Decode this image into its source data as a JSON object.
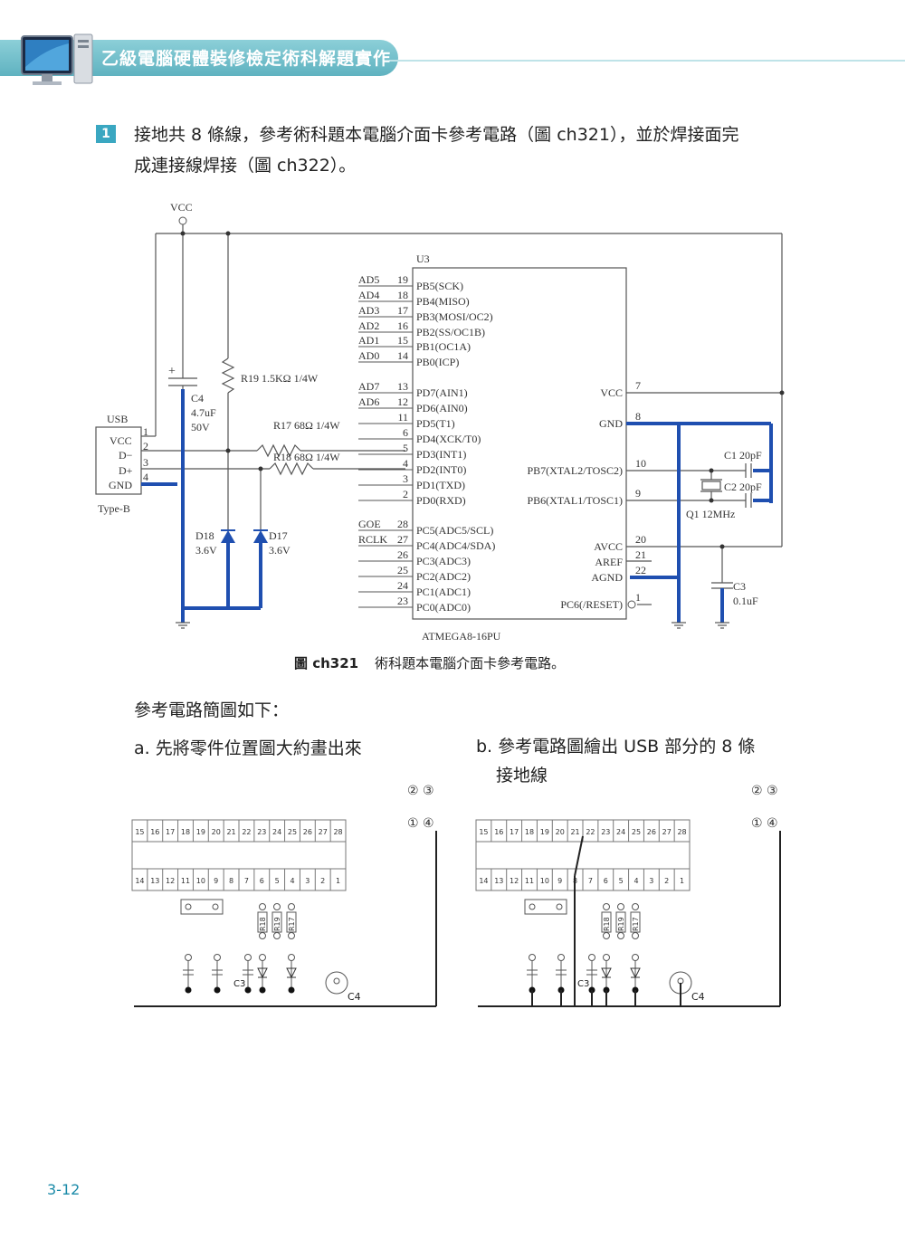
{
  "header": {
    "title": "乙級電腦硬體裝修檢定術科解題實作"
  },
  "step": {
    "number": "1",
    "text_line1": "接地共 8 條線，參考術科題本電腦介面卡參考電路（圖 ch321），並於焊接面完",
    "text_line2": "成連接線焊接（圖 ch322）。"
  },
  "schematic": {
    "vcc_label": "VCC",
    "usb_label": "USB",
    "usb_pins": [
      "VCC",
      "D−",
      "D+",
      "GND"
    ],
    "usb_pin_nums": [
      "1",
      "2",
      "3",
      "4"
    ],
    "usb_type": "Type-B",
    "c4": [
      "C4",
      "4.7uF",
      "50V"
    ],
    "r19": "R19  1.5KΩ 1/4W",
    "r17": "R17  68Ω 1/4W",
    "r18": "R18  68Ω 1/4W",
    "d18": [
      "D18",
      "3.6V"
    ],
    "d17": [
      "D17",
      "3.6V"
    ],
    "u3": "U3",
    "chip_name": "ATMEGA8-16PU",
    "left_pins": [
      {
        "net": "AD5",
        "num": "19",
        "name": "PB5(SCK)"
      },
      {
        "net": "AD4",
        "num": "18",
        "name": "PB4(MISO)"
      },
      {
        "net": "AD3",
        "num": "17",
        "name": "PB3(MOSI/OC2)"
      },
      {
        "net": "AD2",
        "num": "16",
        "name": "PB2(SS/OC1B)"
      },
      {
        "net": "AD1",
        "num": "15",
        "name": "PB1(OC1A)"
      },
      {
        "net": "AD0",
        "num": "14",
        "name": "PB0(ICP)"
      },
      {
        "net": "AD7",
        "num": "13",
        "name": "PD7(AIN1)"
      },
      {
        "net": "AD6",
        "num": "12",
        "name": "PD6(AIN0)"
      },
      {
        "net": "",
        "num": "11",
        "name": "PD5(T1)"
      },
      {
        "net": "",
        "num": "6",
        "name": "PD4(XCK/T0)"
      },
      {
        "net": "",
        "num": "5",
        "name": "PD3(INT1)"
      },
      {
        "net": "",
        "num": "4",
        "name": "PD2(INT0)"
      },
      {
        "net": "",
        "num": "3",
        "name": "PD1(TXD)"
      },
      {
        "net": "",
        "num": "2",
        "name": "PD0(RXD)"
      },
      {
        "net": "GOE",
        "num": "28",
        "name": "PC5(ADC5/SCL)"
      },
      {
        "net": "RCLK",
        "num": "27",
        "name": "PC4(ADC4/SDA)"
      },
      {
        "net": "",
        "num": "26",
        "name": "PC3(ADC3)"
      },
      {
        "net": "",
        "num": "25",
        "name": "PC2(ADC2)"
      },
      {
        "net": "",
        "num": "24",
        "name": "PC1(ADC1)"
      },
      {
        "net": "",
        "num": "23",
        "name": "PC0(ADC0)"
      }
    ],
    "right_pins": [
      {
        "num": "7",
        "name": "VCC"
      },
      {
        "num": "8",
        "name": "GND"
      },
      {
        "num": "10",
        "name": "PB7(XTAL2/TOSC2)"
      },
      {
        "num": "9",
        "name": "PB6(XTAL1/TOSC1)"
      },
      {
        "num": "20",
        "name": "AVCC"
      },
      {
        "num": "21",
        "name": "AREF"
      },
      {
        "num": "22",
        "name": "AGND"
      },
      {
        "num": "1",
        "name": "PC6(/RESET)"
      }
    ],
    "c1": "C1  20pF",
    "c2": "C2  20pF",
    "q1": "Q1  12MHz",
    "c3": [
      "C3",
      "0.1uF"
    ]
  },
  "figure_caption": {
    "id": "圖 ch321",
    "text": "術科題本電腦介面卡參考電路。"
  },
  "ref_title": "參考電路簡圖如下：",
  "sub_a": "a. 先將零件位置圖大約畫出來",
  "sub_b_line1": "b. 參考電路圖繪出 USB 部分的 8 條",
  "sub_b_line2": "接地線",
  "layout_labels": {
    "usb_top": "② ③",
    "usb_bottom": "① ④",
    "top_pins": [
      "15",
      "16",
      "17",
      "18",
      "19",
      "20",
      "21",
      "22",
      "23",
      "24",
      "25",
      "26",
      "27",
      "28"
    ],
    "bottom_pins": [
      "14",
      "13",
      "12",
      "11",
      "10",
      "9",
      "8",
      "7",
      "6",
      "5",
      "4",
      "3",
      "2",
      "1"
    ],
    "resistors": [
      "R18",
      "R19",
      "R17"
    ],
    "c3": "C3",
    "c4": "C4"
  },
  "page_number": "3-12",
  "colors": {
    "ground_trace": "#1f4fb0",
    "header": "#5fb2c0",
    "accent": "#3aa7c1"
  }
}
